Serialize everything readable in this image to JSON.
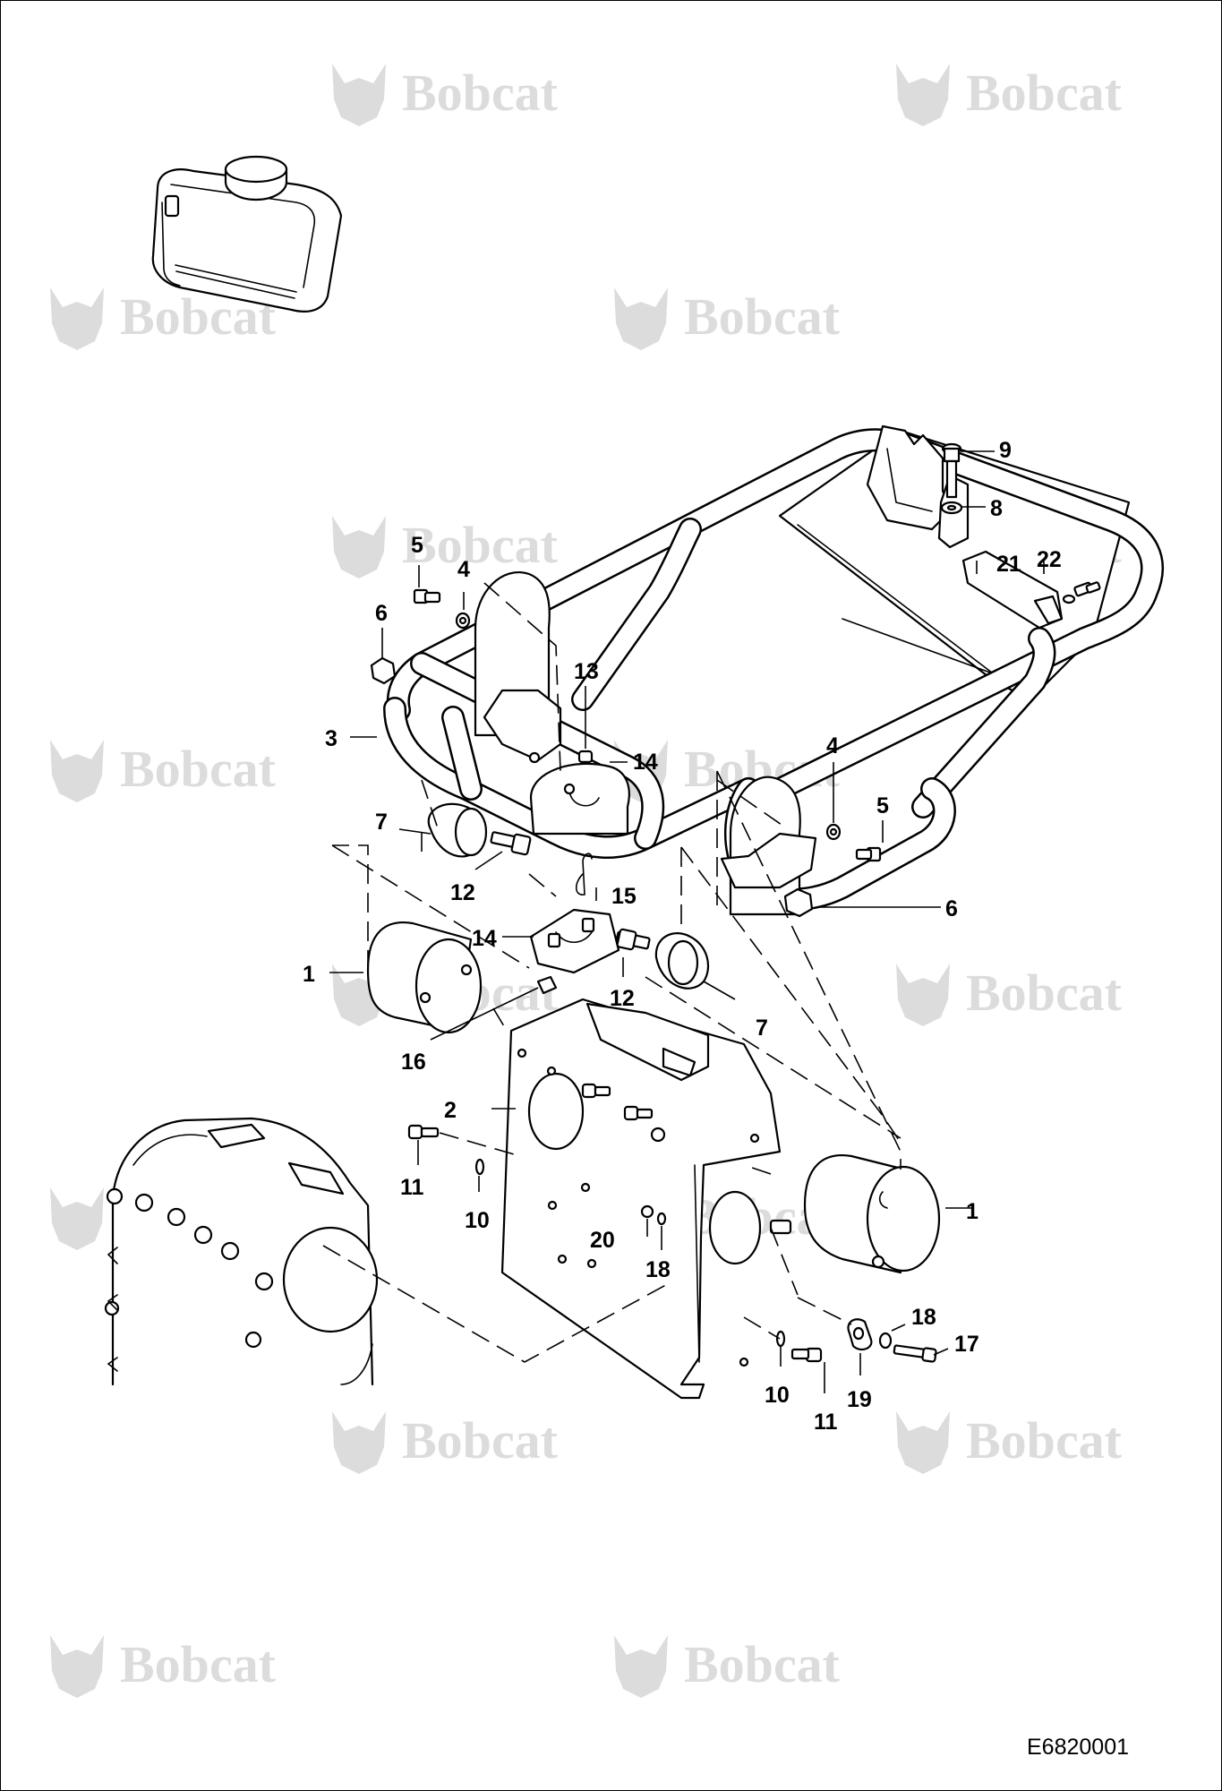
{
  "watermark": {
    "text": "Bobcat"
  },
  "figure_number": "E6820001",
  "callouts": [
    {
      "id": "c9",
      "text": "9"
    },
    {
      "id": "c8",
      "text": "8"
    },
    {
      "id": "c21",
      "text": "21"
    },
    {
      "id": "c22",
      "text": "22"
    },
    {
      "id": "c5a",
      "text": "5"
    },
    {
      "id": "c4a",
      "text": "4"
    },
    {
      "id": "c6a",
      "text": "6"
    },
    {
      "id": "c13",
      "text": "13"
    },
    {
      "id": "c3",
      "text": "3"
    },
    {
      "id": "c14a",
      "text": "14"
    },
    {
      "id": "c4b",
      "text": "4"
    },
    {
      "id": "c5b",
      "text": "5"
    },
    {
      "id": "c7a",
      "text": "7"
    },
    {
      "id": "c12a",
      "text": "12"
    },
    {
      "id": "c6b",
      "text": "6"
    },
    {
      "id": "c15",
      "text": "15"
    },
    {
      "id": "c14b",
      "text": "14"
    },
    {
      "id": "c1a",
      "text": "1"
    },
    {
      "id": "c12b",
      "text": "12"
    },
    {
      "id": "c7b",
      "text": "7"
    },
    {
      "id": "c16",
      "text": "16"
    },
    {
      "id": "c2",
      "text": "2"
    },
    {
      "id": "c11a",
      "text": "11"
    },
    {
      "id": "c10a",
      "text": "10"
    },
    {
      "id": "c1b",
      "text": "1"
    },
    {
      "id": "c20",
      "text": "20"
    },
    {
      "id": "c18a",
      "text": "18"
    },
    {
      "id": "c18b",
      "text": "18"
    },
    {
      "id": "c17",
      "text": "17"
    },
    {
      "id": "c19",
      "text": "19"
    },
    {
      "id": "c10b",
      "text": "10"
    },
    {
      "id": "c11b",
      "text": "11"
    }
  ]
}
